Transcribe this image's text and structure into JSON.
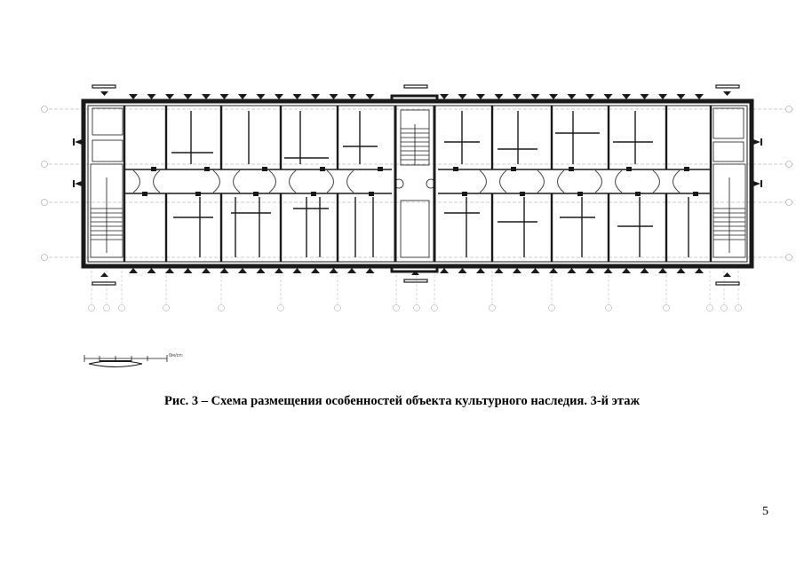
{
  "figure": {
    "caption": "Рис. 3 – Схема размещения особенностей объекта культурного наследия. 3-й этаж",
    "scale_label": "0м/сп:"
  },
  "page": {
    "number": "5"
  },
  "colors": {
    "ink": "#1a1a1a",
    "light": "#9a9a9a",
    "fill": "#555555"
  }
}
